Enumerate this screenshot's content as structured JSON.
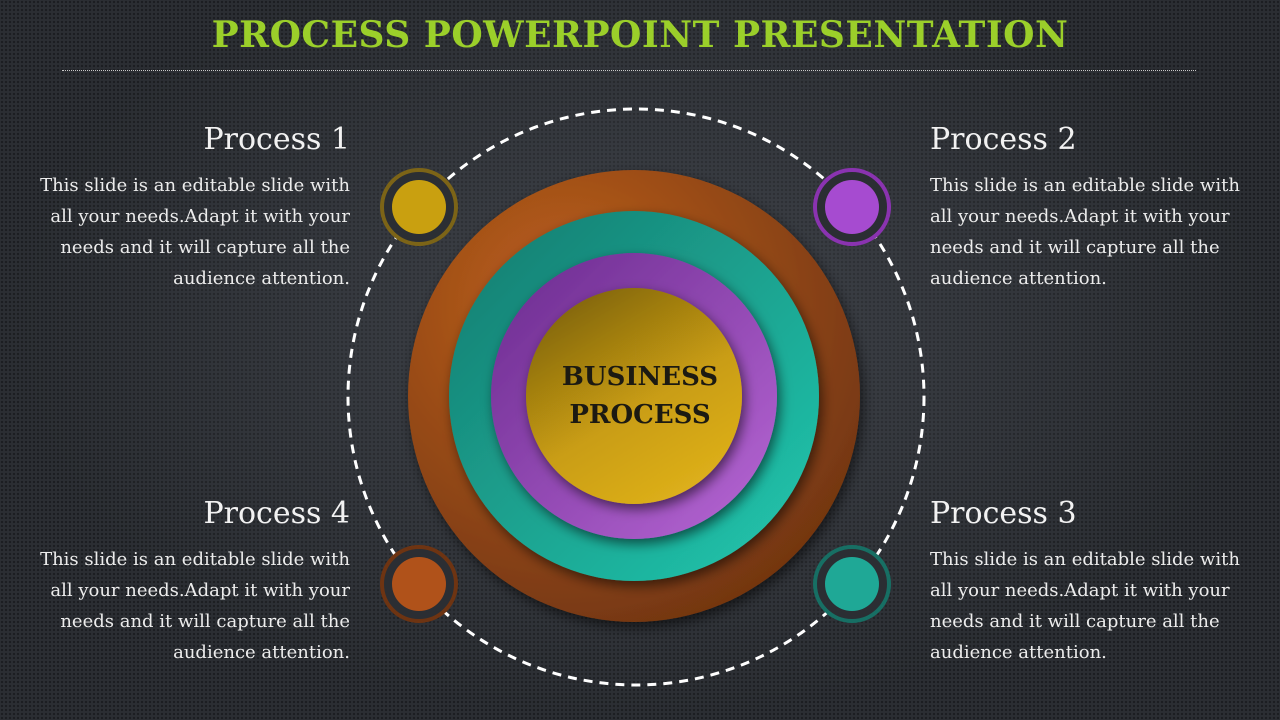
{
  "slide": {
    "title": "PROCESS POWERPOINT PRESENTATION",
    "center_label_line1": "BUSINESS",
    "center_label_line2": "PROCESS"
  },
  "processes": [
    {
      "title": "Process 1",
      "body": "This slide is an editable slide with all your needs.Adapt it with your needs and it will capture all the audience attention.",
      "color": "#c9a010"
    },
    {
      "title": "Process 2",
      "body": "This slide is an editable slide with all your needs.Adapt it with your needs and it will capture all the audience attention.",
      "color": "#9b3fc4"
    },
    {
      "title": "Process 3",
      "body": "This slide is an editable slide with all your needs.Adapt it with your needs and it will capture all the audience attention.",
      "color": "#1fa896"
    },
    {
      "title": "Process 4",
      "body": "This slide is an editable slide with all your needs.Adapt it with your needs and it will capture all the audience attention.",
      "color": "#b0521a"
    }
  ],
  "colors": {
    "title": "#9bcf2a",
    "background": "#2b2e33",
    "ring_outer": "#b0521a",
    "ring_teal": "#1fa896",
    "ring_purple": "#9b3fc4",
    "core_gold": "#c9a010"
  }
}
